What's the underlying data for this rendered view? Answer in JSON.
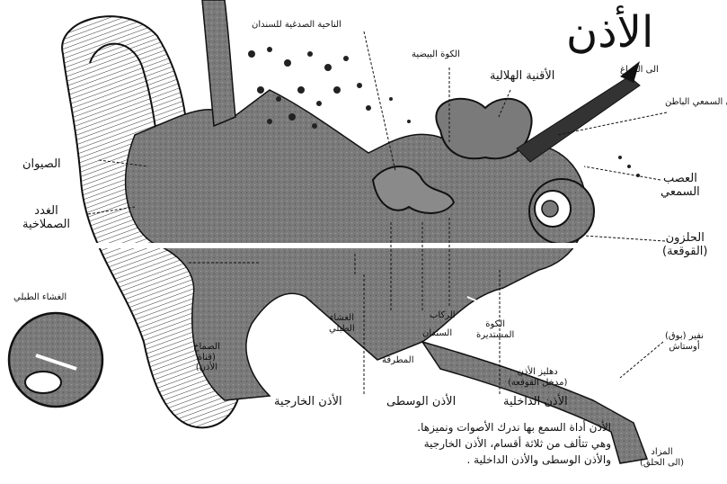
{
  "title": "الأذن",
  "labels": {
    "semicircular_canals": "الأقنية الهلالية",
    "oval_window": "الكوة البيضية",
    "temporal_bone": "الناحية الصدغية للسندان",
    "to_brain": "الى الدماغ",
    "internal_auditory_canal": "المجرى السمعي الباطن",
    "auditory_nerve_1": "العصب",
    "auditory_nerve_2": "السمعي",
    "cochlea_1": "الحلزون",
    "cochlea_2": "(القوقعة)",
    "eustachian_1": "نفير (بوق)",
    "eustachian_2": "أوستاش",
    "vestibule_1": "دهليز الأذن",
    "vestibule_2": "(مدخل القوقعة)",
    "round_window_1": "الكوة",
    "round_window_2": "المستديرة",
    "stapes": "الركاب",
    "incus": "السندان",
    "malleus": "المطرقة",
    "tympanic_1": "الغشاء",
    "tympanic_2": "الطبلي",
    "wax": "الصيوان",
    "sebaceous_1": "الغدد",
    "sebaceous_2": "الصملاخية",
    "membrane_tympanum": "الغشاء الطبلي",
    "ear_canal_1": "الصماخ",
    "ear_canal_2": "(قناة",
    "ear_canal_3": "الأذن)",
    "outer_ear": "الأذن الخارجية",
    "middle_ear": "الأذن الوسطى",
    "inner_ear": "الأذن الداخلية",
    "nose_1": "المزاد",
    "nose_2": "(الى الحلق)"
  },
  "note": [
    "الأذن أداة السمع بها ندرك الأصوات ونميزها.",
    "وهي تتألف من ثلاثة أقسام، الأذن الخارجية",
    "والأذن الوسطى والأذن الداخلية ."
  ],
  "colors": {
    "ink": "#111111",
    "shade": "#6b6b6b",
    "paper": "#ffffff"
  }
}
